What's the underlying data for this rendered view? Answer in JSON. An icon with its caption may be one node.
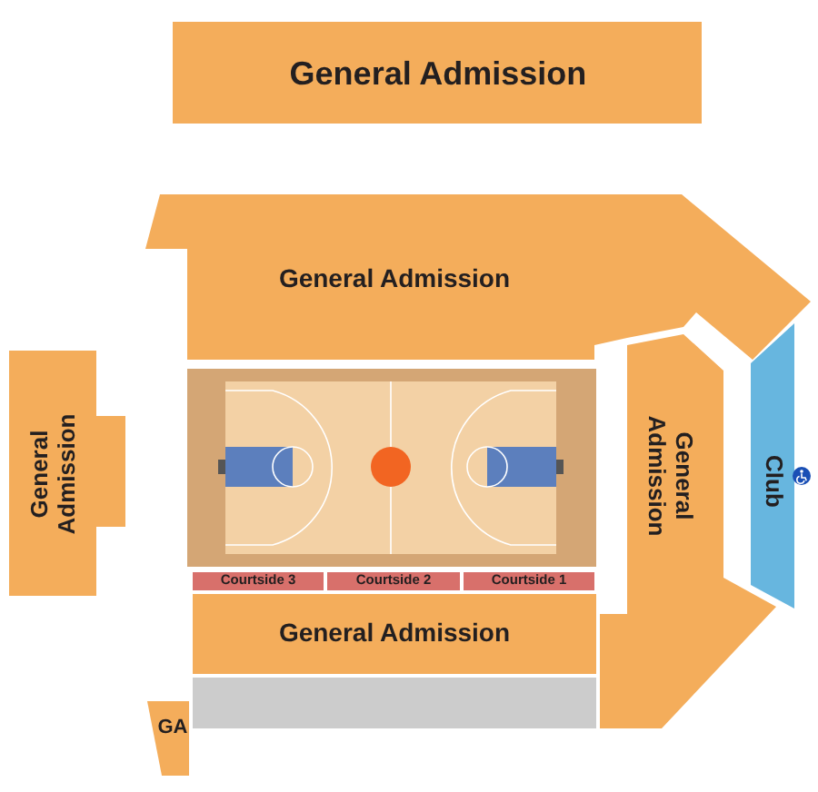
{
  "diagram": {
    "nodes": [
      {
        "text": [
          "General Admission"
        ]
      },
      {
        "text": [
          "General Admission"
        ]
      },
      {
        "text": [
          "General Admission"
        ]
      },
      {
        "text": [
          "General Admission"
        ]
      },
      {
        "text": [
          "Club"
        ]
      },
      {
        "text": [
          "Courtside 3"
        ]
      },
      {
        "text": [
          "Courtside 2"
        ]
      },
      {
        "text": [
          "Courtside 1"
        ]
      },
      {
        "text": [
          "General Admission"
        ]
      },
      {
        "text": [],
        "shape": "box"
      },
      {
        "text": [
          "GA"
        ]
      }
    ]
  }
}
